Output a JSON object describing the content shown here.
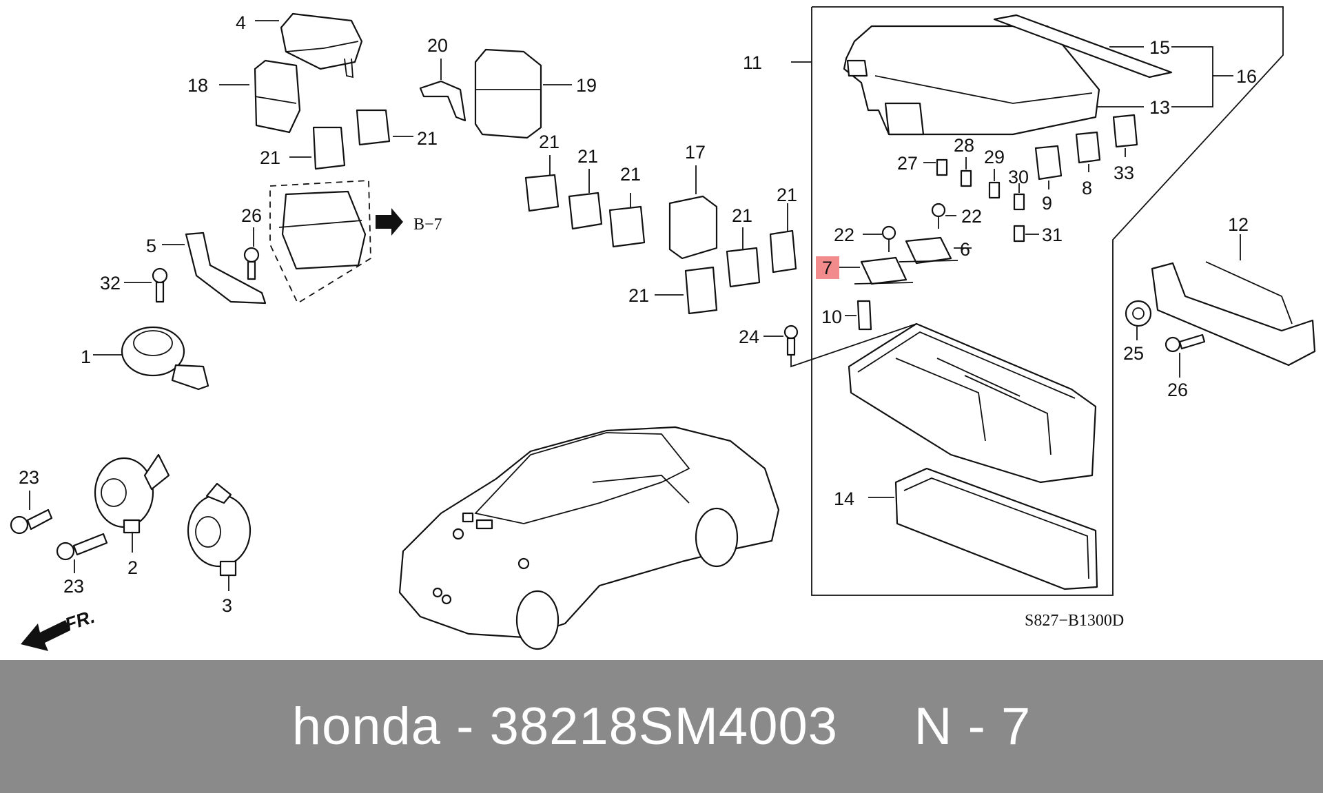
{
  "diagram": {
    "callouts": {
      "c1": "1",
      "c2": "2",
      "c3": "3",
      "c4": "4",
      "c5": "5",
      "c6": "6",
      "c7": "7",
      "c8": "8",
      "c9": "9",
      "c10": "10",
      "c11": "11",
      "c12": "12",
      "c13": "13",
      "c14": "14",
      "c15": "15",
      "c16": "16",
      "c17": "17",
      "c18": "18",
      "c19": "19",
      "c20": "20",
      "c21": "21",
      "c22": "22",
      "c23": "23",
      "c24": "24",
      "c25": "25",
      "c26": "26",
      "c27": "27",
      "c28": "28",
      "c29": "29",
      "c30": "30",
      "c31": "31",
      "c32": "32",
      "c33": "33"
    },
    "reference_arrow_label": "B−7",
    "front_label": "FR.",
    "diagram_code": "S827−B1300D",
    "highlight_color": "#f28b8b"
  },
  "footer": {
    "brand": "honda",
    "separator": " - ",
    "part_number": "38218SM4003",
    "position_label": "N - 7",
    "background": "#8a8a8a"
  }
}
